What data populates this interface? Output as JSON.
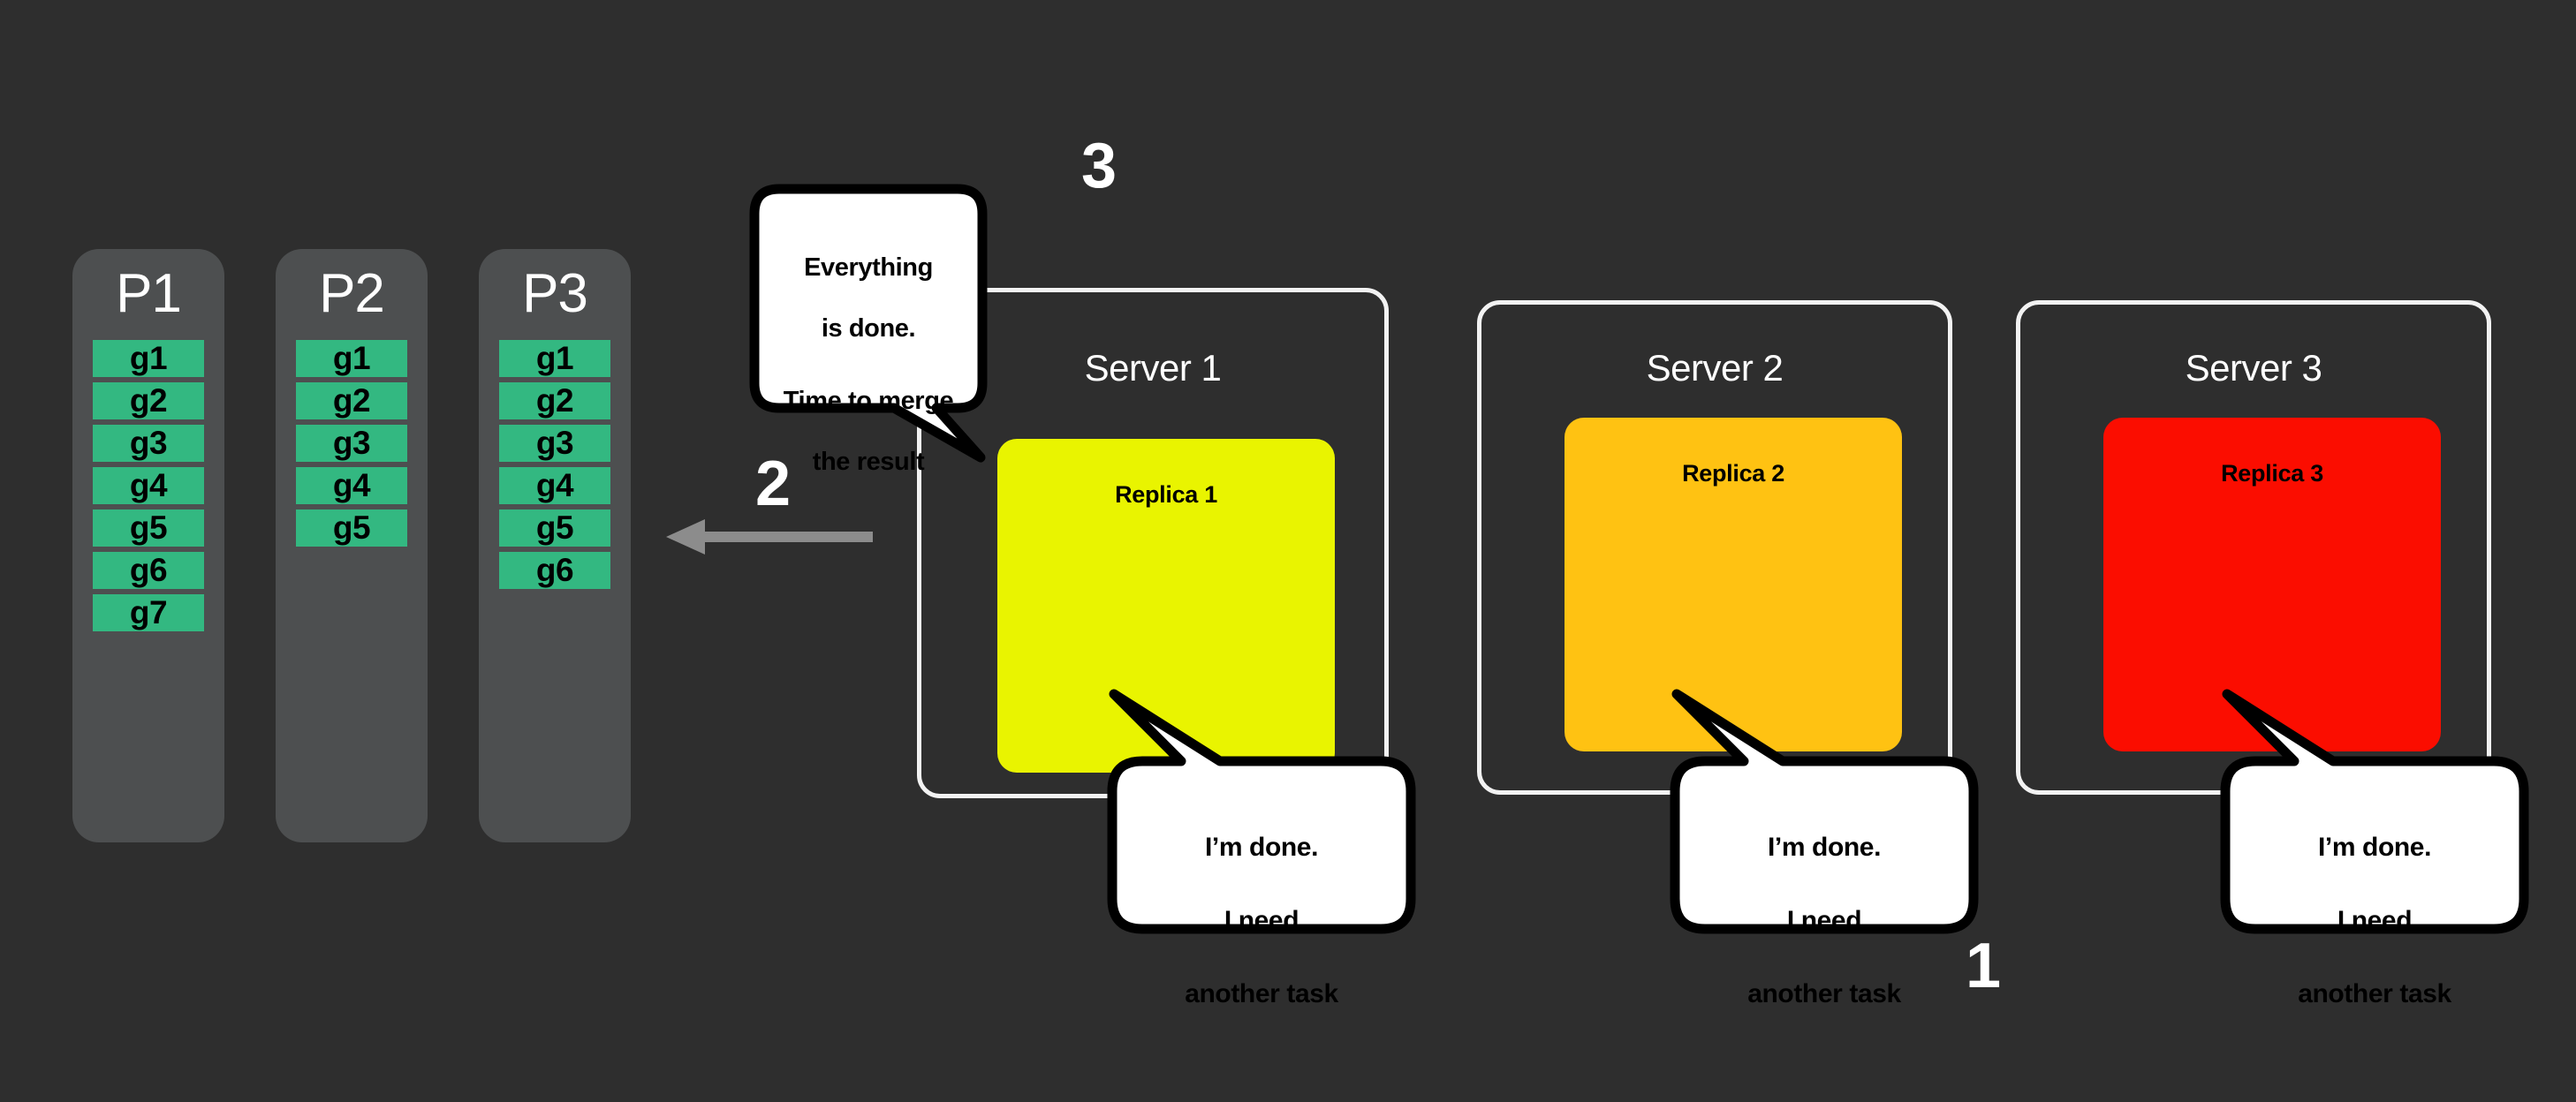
{
  "theme": {
    "background": "#2e2e2e",
    "partition_bg": "#4d4f50",
    "chunk_green": "#33b881",
    "server_border": "#f2f2f2",
    "replica_1_color": "#e9f400",
    "replica_2_color": "#ffc212",
    "replica_3_color": "#fb0d00",
    "arrow_gray": "#8c8c8c",
    "bubble_fill": "#ffffff",
    "bubble_stroke": "#000000",
    "text_white": "#ffffff",
    "text_black": "#000000"
  },
  "partitions": [
    {
      "title": "P1",
      "chunks": [
        "g1",
        "g2",
        "g3",
        "g4",
        "g5",
        "g6",
        "g7"
      ]
    },
    {
      "title": "P2",
      "chunks": [
        "g1",
        "g2",
        "g3",
        "g4",
        "g5"
      ]
    },
    {
      "title": "P3",
      "chunks": [
        "g1",
        "g2",
        "g3",
        "g4",
        "g5",
        "g6"
      ]
    }
  ],
  "servers": [
    {
      "title": "Server 1",
      "replica_label": "Replica 1"
    },
    {
      "title": "Server 2",
      "replica_label": "Replica 2"
    },
    {
      "title": "Server 3",
      "replica_label": "Replica 3"
    }
  ],
  "bubbles": {
    "merge": {
      "line_1": "Everything",
      "line_2": "is done.",
      "line_3": "Time to merge",
      "line_4": "the result"
    },
    "done": {
      "line_1": "I’m done.",
      "line_2": "I need",
      "line_3": "another task"
    }
  },
  "steps": {
    "one": "1",
    "two": "2",
    "three": "3"
  },
  "icons": {
    "flow_arrow": "arrow-left-icon"
  }
}
